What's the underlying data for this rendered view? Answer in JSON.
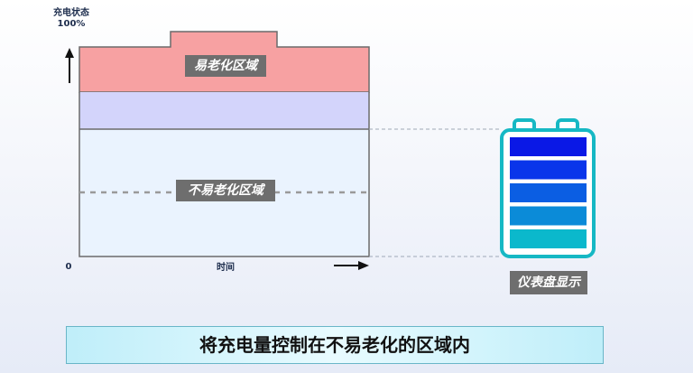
{
  "axis": {
    "y_label": "充电状态",
    "y_max": "100%",
    "origin": "0",
    "x_label": "时间"
  },
  "zones": {
    "aging": "易老化区域",
    "non_aging": "不易老化区域"
  },
  "battery": {
    "caption": "仪表盘显示",
    "segment_colors": [
      "#0a18e6",
      "#0a35ea",
      "#0b5ee3",
      "#0b8bd8",
      "#0bb8cc"
    ],
    "frame_color": "#16b8c4"
  },
  "colors": {
    "aging_zone": "#f7a1a2",
    "buffer_zone": "#d3d4fb",
    "safe_zone": "#eaf3fe"
  },
  "footer": {
    "text": "将充电量控制在不易老化的区域内"
  }
}
